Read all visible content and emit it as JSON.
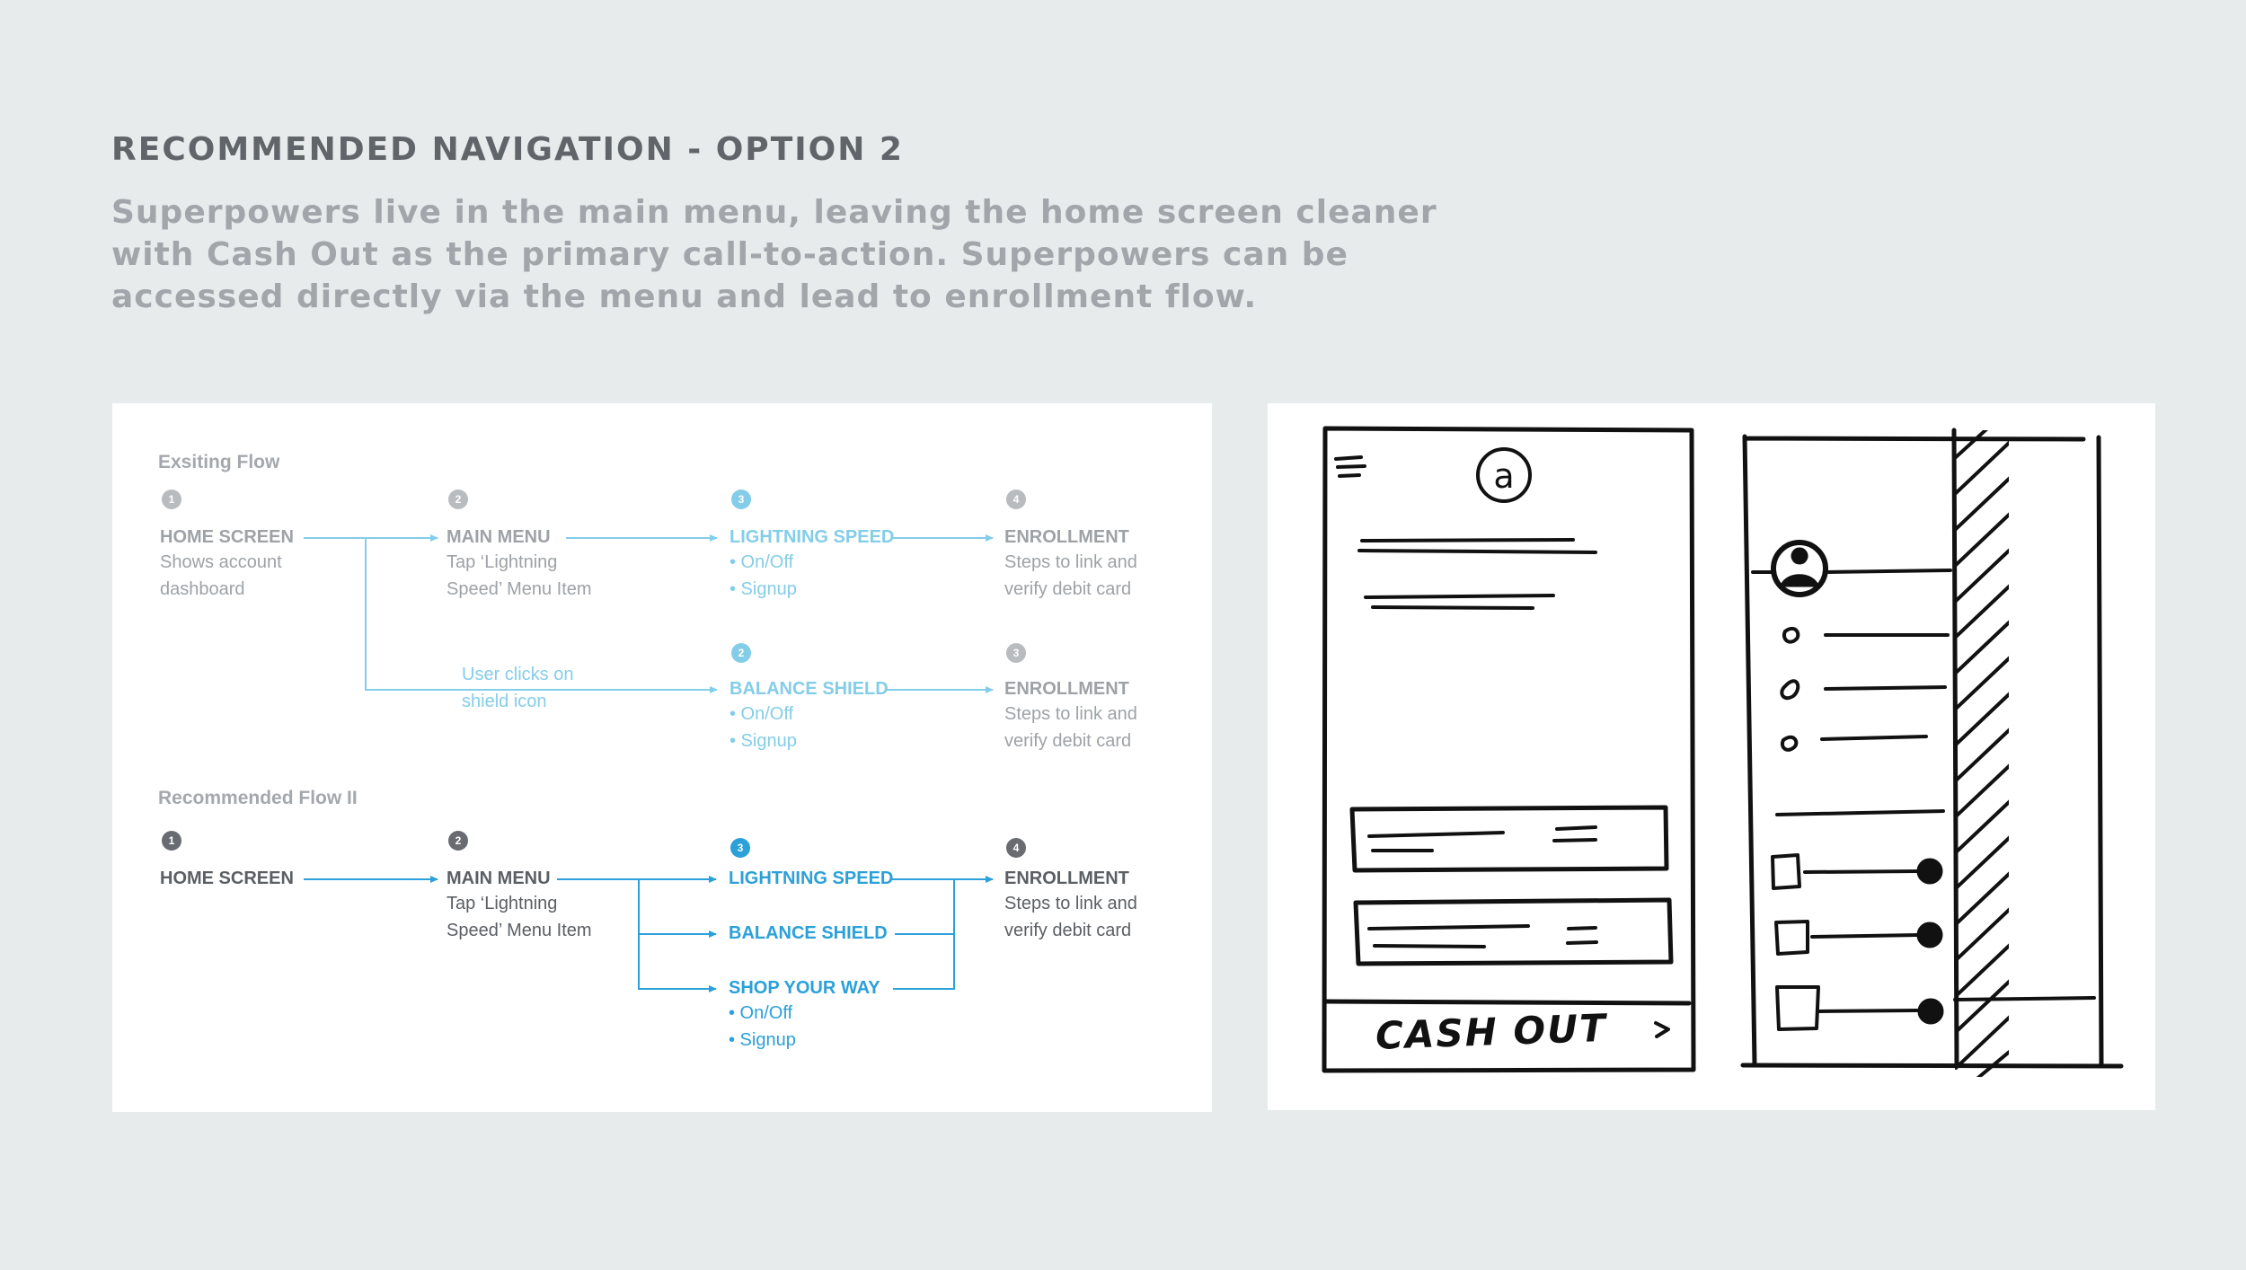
{
  "header": {
    "title": "RECOMMENDED  NAVIGATION - OPTION 2",
    "subtitle_lines": [
      "Superpowers live in the main menu, leaving the home screen cleaner",
      "with Cash Out as the primary call-to-action. Superpowers can be",
      "accessed directly via the menu and lead to enrollment flow."
    ]
  },
  "existing_flow": {
    "label": "Exsiting Flow",
    "home": {
      "step": "1",
      "title": "HOME SCREEN",
      "desc": [
        "Shows account",
        "dashboard"
      ]
    },
    "menu": {
      "step": "2",
      "title": "MAIN MENU",
      "desc": [
        "Tap ‘Lightning",
        "Speed’ Menu Item"
      ]
    },
    "lightning": {
      "step": "3",
      "title": "LIGHTNING SPEED",
      "desc": [
        "• On/Off",
        "• Signup"
      ]
    },
    "enroll_a": {
      "step": "4",
      "title": "ENROLLMENT",
      "desc": [
        "Steps to link and",
        "verify debit card"
      ]
    },
    "user_note": [
      "User clicks on",
      "shield icon"
    ],
    "shield": {
      "step": "2",
      "title": "BALANCE SHIELD",
      "desc": [
        "• On/Off",
        "• Signup"
      ]
    },
    "enroll_b": {
      "step": "3",
      "title": "ENROLLMENT",
      "desc": [
        "Steps to link and",
        "verify debit card"
      ]
    }
  },
  "recommended_flow": {
    "label": "Recommended Flow II",
    "home": {
      "step": "1",
      "title": "HOME SCREEN"
    },
    "menu": {
      "step": "2",
      "title": "MAIN MENU",
      "desc": [
        "Tap ‘Lightning",
        "Speed’ Menu Item"
      ]
    },
    "lightning": {
      "step": "3",
      "title": "LIGHTNING SPEED"
    },
    "shield": {
      "title": "BALANCE SHIELD"
    },
    "shop": {
      "title": "SHOP YOUR WAY",
      "desc": [
        "• On/Off",
        "• Signup"
      ]
    },
    "enroll": {
      "step": "4",
      "title": "ENROLLMENT",
      "desc": [
        "Steps to link and",
        "verify debit card"
      ]
    }
  },
  "sketch": {
    "cash_out": "CASH OUT",
    "logo_letter": "a"
  },
  "colors": {
    "background": "#e8ebec",
    "title": "#60656a",
    "subtitle": "#a2a6ab",
    "flow_blue": "#2ba0d9",
    "flow_light_blue": "#84cde9",
    "dark_text": "#5b5f63"
  }
}
